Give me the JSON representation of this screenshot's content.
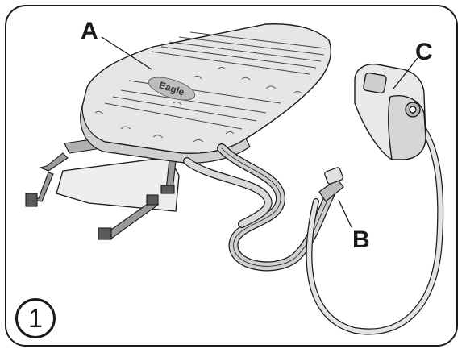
{
  "callouts": {
    "a": "A",
    "b": "B",
    "c": "C"
  },
  "brand_label": "Eagle",
  "step_number": "1",
  "colors": {
    "outline": "#1a1a1a",
    "mattress_fill": "#e6e6e6",
    "mattress_shadow": "#c9c9c9",
    "hose": "#d0d0d0",
    "pump_body": "#e9e9e9",
    "pump_front": "#d4d4d4",
    "strap": "#8c8c8c"
  }
}
